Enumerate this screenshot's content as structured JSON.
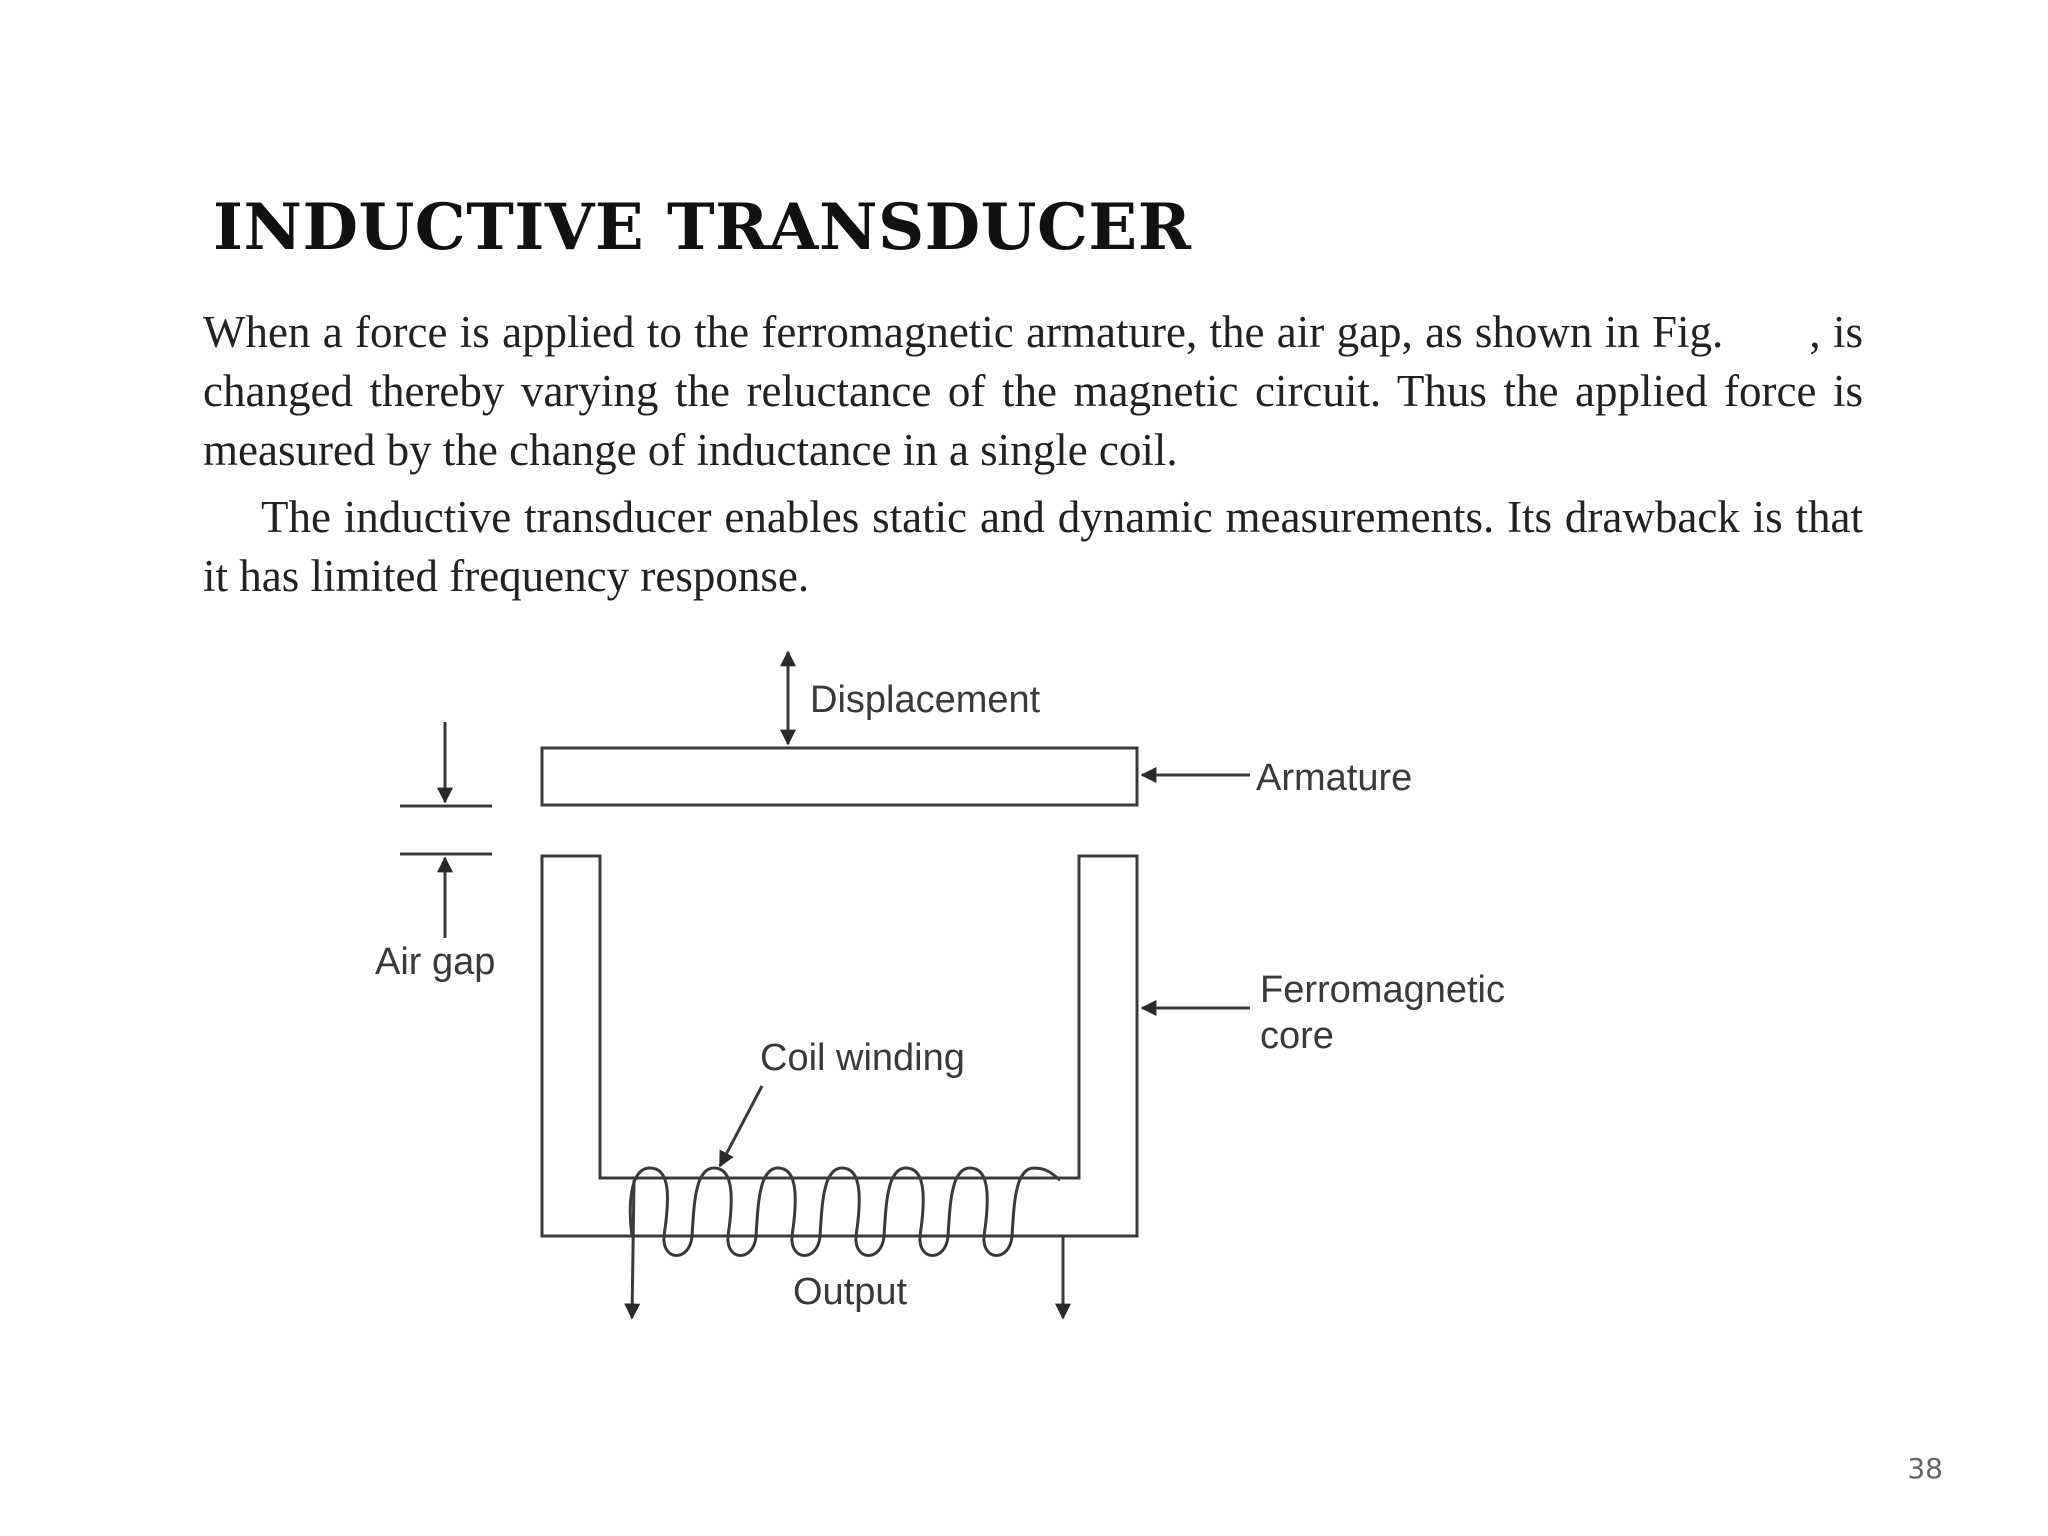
{
  "slide": {
    "title": "INDUCTIVE TRANSDUCER",
    "paragraphs": [
      "When a force is applied to the ferromagnetic armature, the air gap, as shown in Fig.       , is changed thereby varying the reluctance of the magnetic circuit. Thus the applied force is measured by the change of inductance in a single coil.",
      "The inductive transducer enables static and dynamic measurements. Its drawback is that it has limited frequency response."
    ],
    "page_number": "38"
  },
  "diagram": {
    "labels": {
      "displacement": "Displacement",
      "armature": "Armature",
      "air_gap": "Air gap",
      "core_line1": "Ferromagnetic",
      "core_line2": "core",
      "coil": "Coil winding",
      "output": "Output"
    }
  }
}
